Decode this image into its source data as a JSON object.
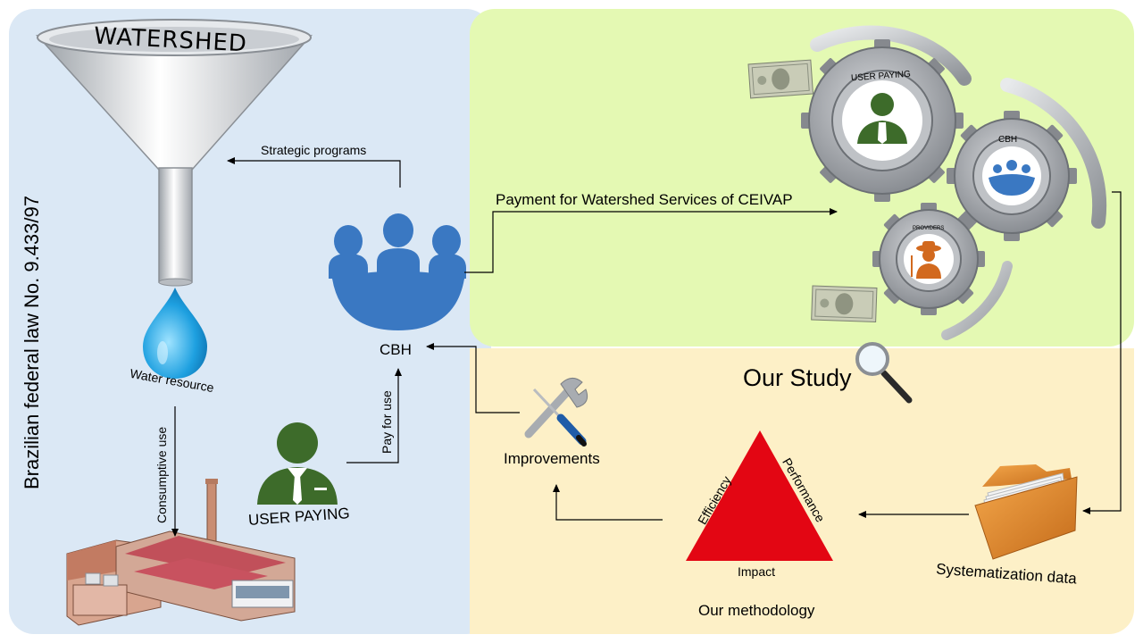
{
  "left": {
    "funnel_title": "WATERSHED",
    "law_label": "Brazilian federal law No. 9.433/97",
    "water_resource": "Water resource",
    "consumptive_use": "Consumptive use",
    "strategic_programs": "Strategic programs",
    "cbh": "CBH",
    "pay_for_use": "Pay for use",
    "user_paying": "USER PAYING"
  },
  "top": {
    "payment_label": "Payment for Watershed Services of CEIVAP",
    "gear_user_paying": "USER PAYING",
    "gear_cbh": "CBH",
    "gear_providers": "PROVIDERS"
  },
  "bottom": {
    "our_study": "Our Study",
    "improvements": "Improvements",
    "efficiency": "Efficiency",
    "performance": "Performance",
    "impact": "Impact",
    "our_methodology": "Our methodology",
    "systematization": "Systematization data"
  },
  "colors": {
    "left_panel": "#dbe8f5",
    "top_panel": "#e4f9b3",
    "bottom_panel": "#fdf0c7",
    "cbh_blue": "#3a78c2",
    "user_green": "#3d6b2a",
    "triangle_red": "#e30613",
    "folder_orange": "#e08a2c"
  },
  "icons": [
    "funnel-icon",
    "water-drop-icon",
    "factory-icon",
    "group-icon",
    "user-icon",
    "gear-icon",
    "dollar-bill-icon",
    "magnifier-icon",
    "wrench-icon",
    "folder-icon",
    "triangle-icon"
  ]
}
